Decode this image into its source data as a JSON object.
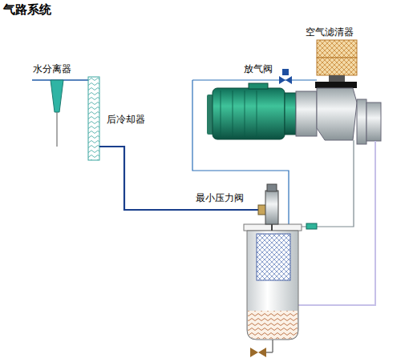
{
  "diagram": {
    "title": "气路系统",
    "labels": [
      "水分离器",
      "后冷却器",
      "放气阀",
      "空气滤清器",
      "最小压力阀"
    ]
  }
}
